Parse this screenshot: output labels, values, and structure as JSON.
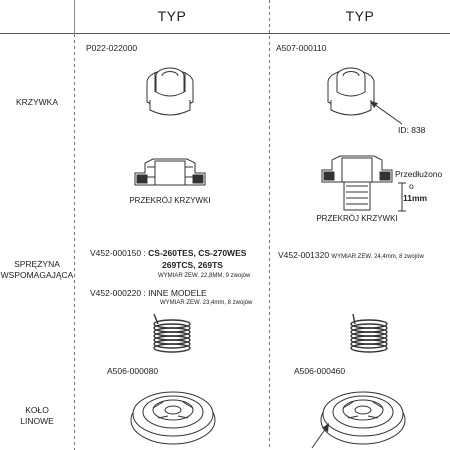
{
  "columns": [
    {
      "header": "TYP"
    },
    {
      "header": "TYP"
    }
  ],
  "rows": {
    "nut_label": "KRZYWKA",
    "spring_label_1": "SPRĘŻYNA",
    "spring_label_2": "WSPOMAGAJĄCA",
    "pulley_label_1": "KOŁO",
    "pulley_label_2": "LINOWE"
  },
  "col1": {
    "nut_code": "P022-022000",
    "section_caption": "PRZEKRÓJ KRZYWKI",
    "spring_code_a": "V452-000150 :",
    "spring_models_a_1": "CS-260TES, CS-270WES",
    "spring_models_a_2": "269TCS, 269TS",
    "spring_spec_a": "WYMIAR ZEW. 22,8MM, 9 zwojów",
    "spring_code_b": "V452-000220 :",
    "spring_models_b": "INNE MODELE",
    "spring_spec_b": "WYMIAR ZEW. 23,4mm, 8 zwojów",
    "pulley_code": "A506-000080"
  },
  "col2": {
    "nut_code": "A507-000110",
    "id_label": "ID: 838",
    "extended_1": "Przedłużono",
    "extended_2": "o",
    "extended_3": "11mm",
    "section_caption": "PRZEKRÓJ KRZYWKI",
    "spring_code": "V452-001320",
    "spring_spec": "WYMIAR ZEW. 24,4mm, 8 zwojów",
    "pulley_code": "A506-000460"
  }
}
